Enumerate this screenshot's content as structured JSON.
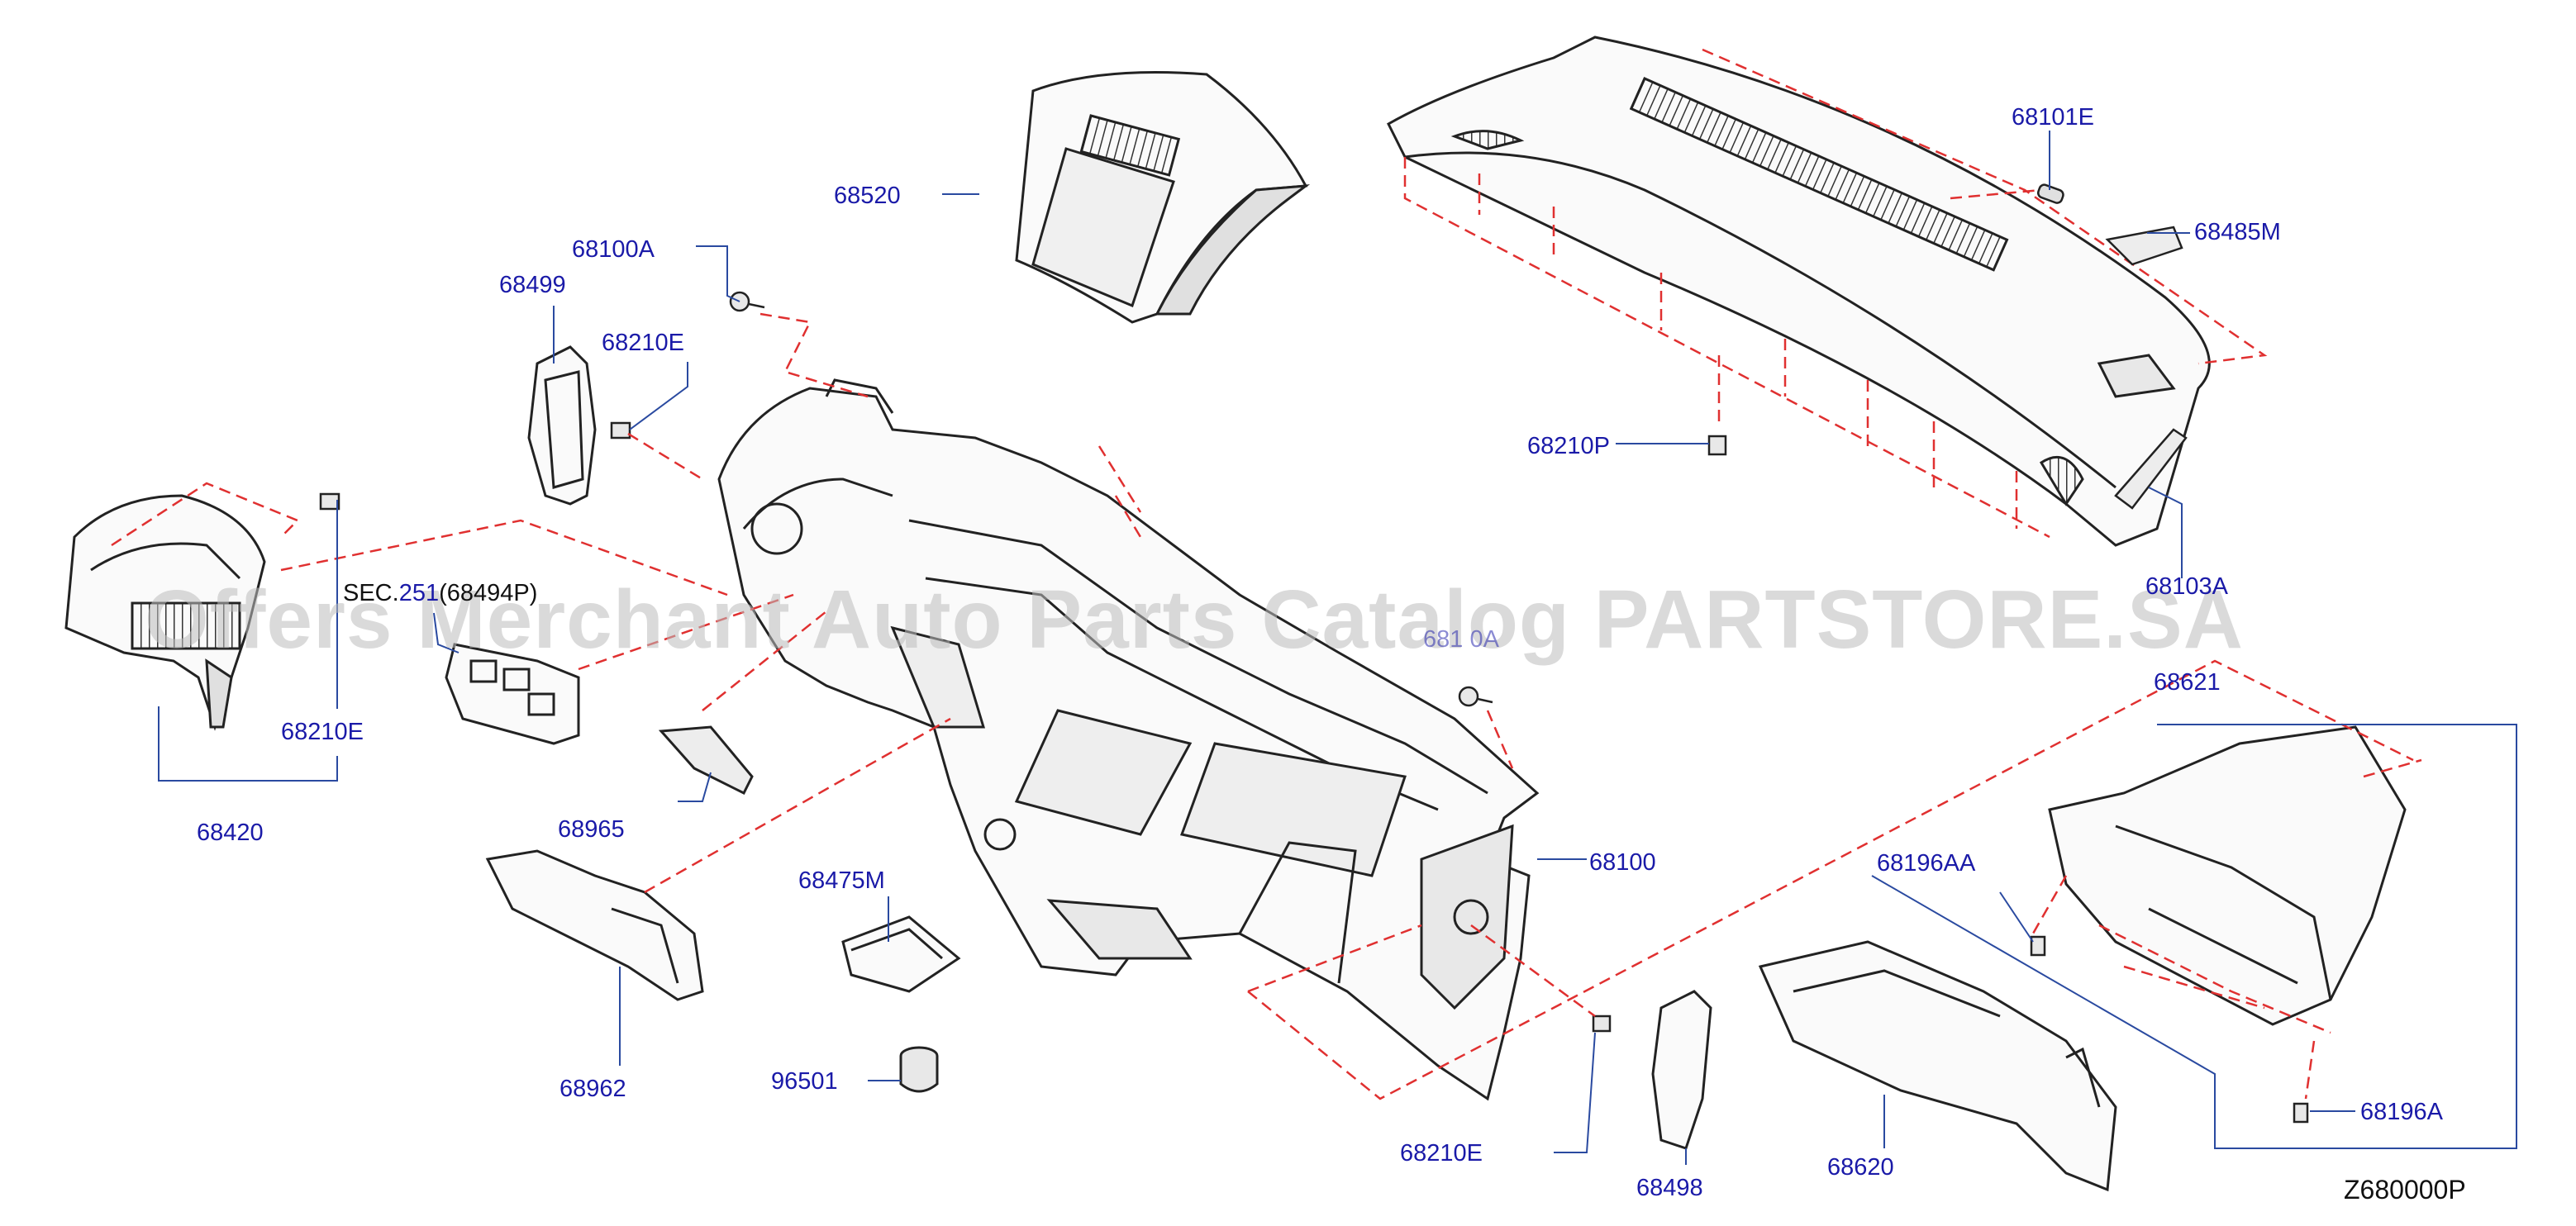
{
  "watermark": "Offers Merchant Auto Parts Catalog PARTSTORE.SA",
  "diagram_code": "Z680000P",
  "section_ref": {
    "prefix": "SEC.",
    "number": "251",
    "suffix": "(68494P)"
  },
  "hidden_label": "681 0A",
  "parts": {
    "p68520": "68520",
    "p68100A": "68100A",
    "p68499": "68499",
    "p68210E_top": "68210E",
    "p68101E": "68101E",
    "p68485M": "68485M",
    "p68210P": "68210P",
    "p68103A": "68103A",
    "p68210E_left": "68210E",
    "p68420": "68420",
    "p68965": "68965",
    "p68621": "68621",
    "p68196AA": "68196AA",
    "p68100": "68100",
    "p68475M": "68475M",
    "p68962": "68962",
    "p96501": "96501",
    "p68210E_bottom": "68210E",
    "p68498": "68498",
    "p68620": "68620",
    "p68196A": "68196A"
  },
  "colors": {
    "label": "#1a1aa8",
    "guide": "#e03030",
    "leader": "#2a4aa0",
    "outline": "#222222"
  }
}
